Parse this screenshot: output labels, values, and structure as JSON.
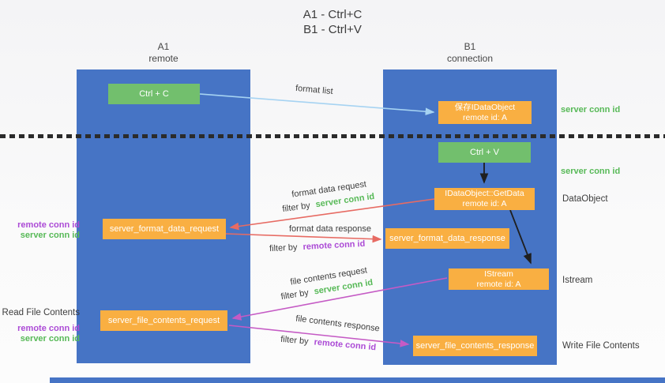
{
  "title": {
    "line1": "A1 - Ctrl+C",
    "line2": "B1 - Ctrl+V"
  },
  "lanes": {
    "a1": {
      "name": "A1",
      "subtitle": "remote"
    },
    "b1": {
      "name": "B1",
      "subtitle": "connection"
    }
  },
  "nodes": {
    "ctrl_c": "Ctrl + C",
    "ctrl_v": "Ctrl + V",
    "save_dataobject": {
      "line1": "保存IDataObject",
      "line2": "remote id: A"
    },
    "getdata": {
      "line1": "IDataObject::GetData",
      "line2": "remote id: A"
    },
    "istream": {
      "line1": "IStream",
      "line2": "remote id: A"
    },
    "format_request": "server_format_data_request",
    "format_response": "server_format_data_response",
    "file_request": "server_file_contents_request",
    "file_response": "server_file_contents_response"
  },
  "arrow_labels": {
    "format_list": "format list",
    "format_data_request": "format data request",
    "format_data_response": "format data response",
    "file_contents_request": "file contents request",
    "file_contents_response": "file contents response",
    "filter_by": "filter by",
    "server_conn_id": "server conn id",
    "remote_conn_id": "remote conn id"
  },
  "side_labels": {
    "server_conn_id": "server conn id",
    "remote_conn_id": "remote conn id",
    "dataobject": "DataObject",
    "istream": "Istream",
    "read_file_contents": "Read File Contents",
    "write_file_contents": "Write File Contents"
  },
  "colors": {
    "lane_blue": "#4674C5",
    "node_green": "#72BF6D",
    "node_orange": "#F9AF42",
    "arrow_red": "#E76B63",
    "arrow_magenta": "#C55BC5",
    "arrow_light_blue": "#A6D3F2",
    "arrow_black": "#1F1F1F",
    "text_green": "#57B957",
    "text_purple": "#AC4BD6",
    "text_dark": "#3D3D3D"
  }
}
